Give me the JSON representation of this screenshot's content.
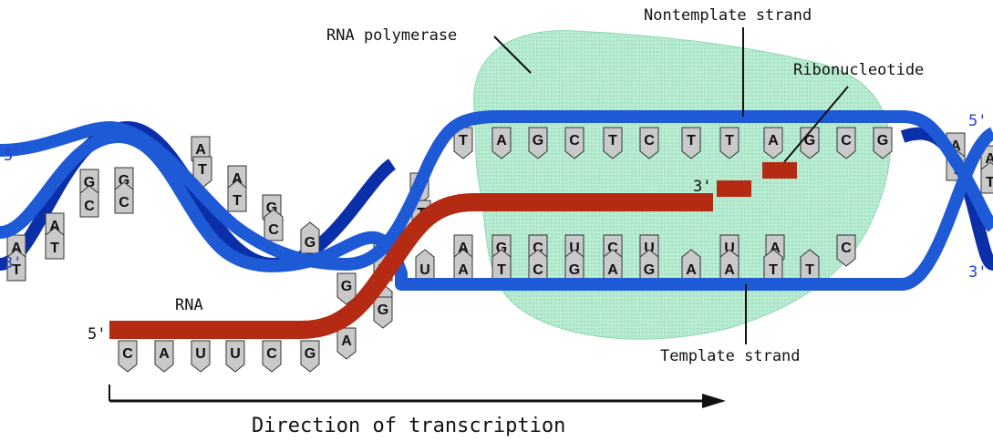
{
  "labels": {
    "rna_polymerase": "RNA polymerase",
    "nontemplate_strand": "Nontemplate strand",
    "ribonucleotide": "Ribonucleotide",
    "template_strand": "Template strand",
    "rna": "RNA",
    "direction": "Direction of transcription"
  },
  "ends": {
    "top_left_5": "5'",
    "bottom_left_3": "3'",
    "top_right_5": "5'",
    "bottom_right_3": "3'",
    "rna_5": "5'",
    "rna_3": "3'"
  },
  "bases": {
    "left_helix": [
      "A",
      "T",
      "A",
      "T",
      "G",
      "C",
      "G",
      "C",
      "A",
      "T",
      "A",
      "T",
      "G",
      "C",
      "G",
      "G",
      "A",
      "C",
      "G"
    ],
    "nontemplate": [
      "T",
      "A",
      "G",
      "C",
      "T",
      "C",
      "T",
      "T",
      "A",
      "G",
      "C",
      "G"
    ],
    "template_top": [
      "A",
      "G",
      "C",
      "U",
      "C",
      "U",
      "U",
      "A",
      "C"
    ],
    "template_bottom": [
      "U",
      "A",
      "T",
      "C",
      "G",
      "A",
      "G",
      "A",
      "A",
      "T",
      "T",
      "T"
    ],
    "rna_tail": [
      "C",
      "A",
      "U",
      "U",
      "C",
      "G",
      "A",
      "G",
      "T"
    ],
    "right_helix": [
      "A",
      "T",
      "A",
      "T"
    ]
  },
  "colors": {
    "dna_strand": "#1e5ad6",
    "dna_dark": "#0b2fa8",
    "rna": "#b52a12",
    "polymerase": "#a8e6c8",
    "base_fill": "#c9c9c9"
  }
}
